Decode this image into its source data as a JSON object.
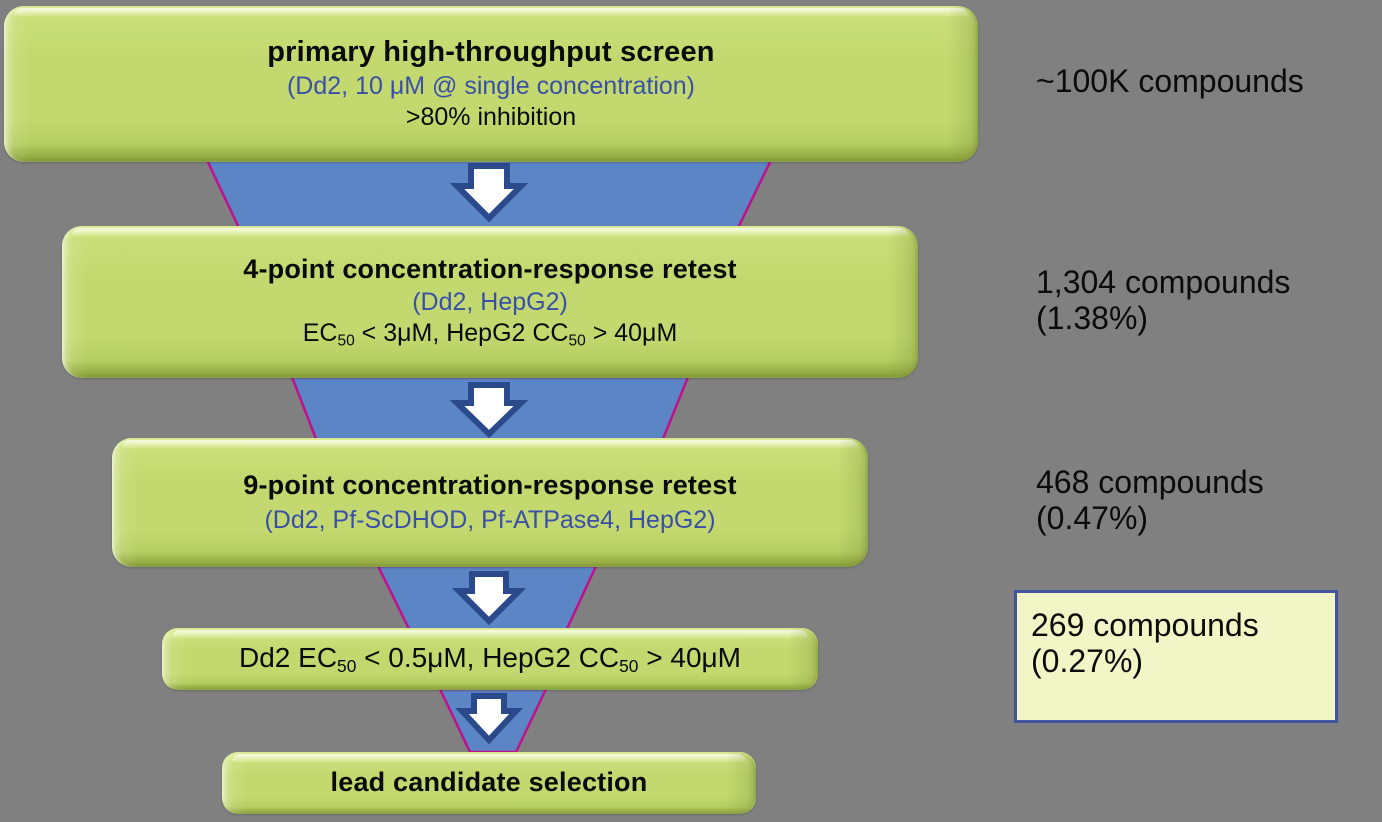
{
  "figure": {
    "title": "malaria drug discovery screening cascade funnel",
    "background_color": "#808080",
    "box_color": "#c3d96f",
    "funnel_color": "#5b85c4",
    "funnel_edge_color": "#bf118f",
    "arrow_fill": "#ffffff",
    "arrow_outline": "#2b4a8b",
    "subtitle_color": "#3a4fa8",
    "highlight_fill": "#f2f6c6",
    "highlight_border": "#41559e"
  },
  "stages": [
    {
      "id": "primary-screen",
      "title": "primary high-throughput screen",
      "subtitle": "(Dd2, 10 μM @ single concentration)",
      "criteria": ">80% inhibition"
    },
    {
      "id": "four-point-retest",
      "title": "4-point concentration-response  retest",
      "subtitle": "(Dd2, HepG2)",
      "criteria_parts": {
        "a": "EC",
        "a_sub": "50",
        "b": " < 3μM, HepG2 CC",
        "b_sub": "50",
        "c": " > 40μM"
      }
    },
    {
      "id": "nine-point-retest",
      "title": "9-point concentration-response  retest",
      "subtitle": "(Dd2, Pf-ScDHOD, Pf-ATPase4, HepG2)"
    },
    {
      "id": "potency-cutoff",
      "criteria_parts": {
        "a": "Dd2 EC",
        "a_sub": "50",
        "b": " < 0.5μM, HepG2 CC",
        "b_sub": "50",
        "c": " > 40μM"
      }
    },
    {
      "id": "lead-candidate-selection",
      "title": "lead candidate selection"
    }
  ],
  "annotations": [
    {
      "id": "count-primary",
      "text": "~100K compounds",
      "highlighted": false
    },
    {
      "id": "count-4point",
      "text": "1,304 compounds\n(1.38%)",
      "highlighted": false
    },
    {
      "id": "count-9point",
      "text": "468 compounds\n(0.47%)",
      "highlighted": false
    },
    {
      "id": "count-selected",
      "text": "269 compounds\n(0.27%)",
      "highlighted": true
    }
  ]
}
